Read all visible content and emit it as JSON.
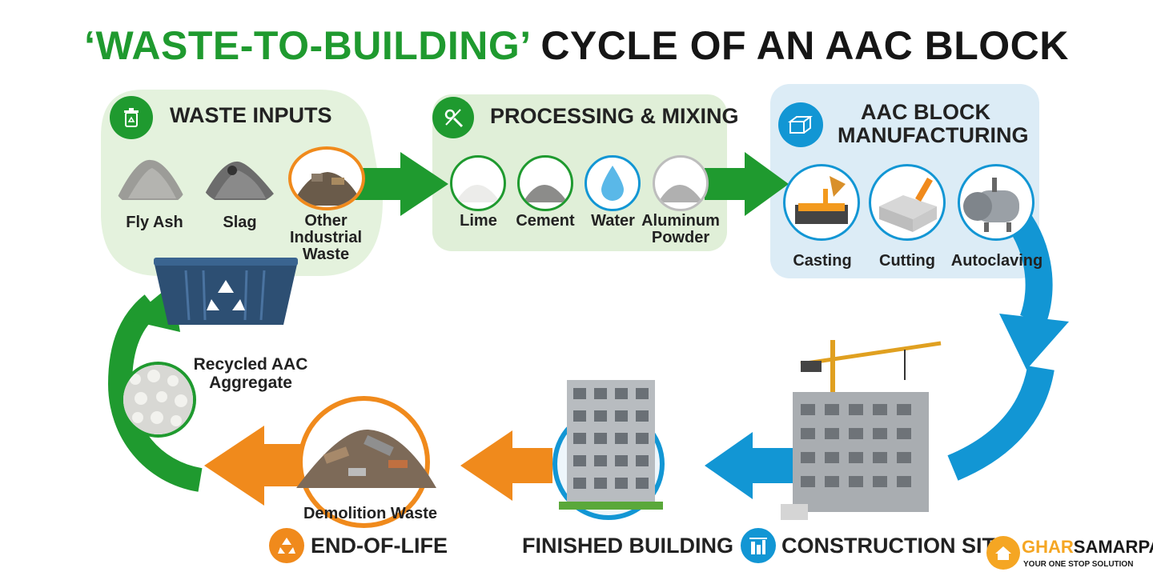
{
  "title": {
    "part1": "‘WASTE-TO-BUILDING’",
    "part2": "CYCLE OF AN AAC BLOCK"
  },
  "colors": {
    "green": "#1f9a2f",
    "blue": "#1296d4",
    "orange": "#f08a1c",
    "panel_green": "#e3f1dc",
    "panel_blue": "#dcecf6"
  },
  "waste_inputs": {
    "title": "WASTE INPUTS",
    "icon": "recycle-bin-icon",
    "items": [
      "Fly Ash",
      "Slag",
      "Other Industrial Waste"
    ]
  },
  "processing": {
    "title": "PROCESSING & MIXING",
    "icon": "gear-wrench-icon",
    "items": [
      "Lime",
      "Cement",
      "Water",
      "Aluminum Powder"
    ]
  },
  "manufacturing": {
    "title_line1": "AAC BLOCK",
    "title_line2": "MANUFACTURING",
    "icon": "block-icon",
    "items": [
      "Casting",
      "Cutting",
      "Autoclaving"
    ]
  },
  "stages": {
    "construction": "CONSTRUCTION SITE",
    "finished": "FINISHED BUILDING",
    "end_of_life": "END-OF-LIFE",
    "demolition": "Demolition Waste",
    "recycled_line1": "Recycled AAC",
    "recycled_line2": "Aggregate"
  },
  "brand": {
    "name_part1": "GHAR",
    "name_part2": "SAMARPAN",
    "tagline": "YOUR ONE STOP SOLUTION"
  }
}
